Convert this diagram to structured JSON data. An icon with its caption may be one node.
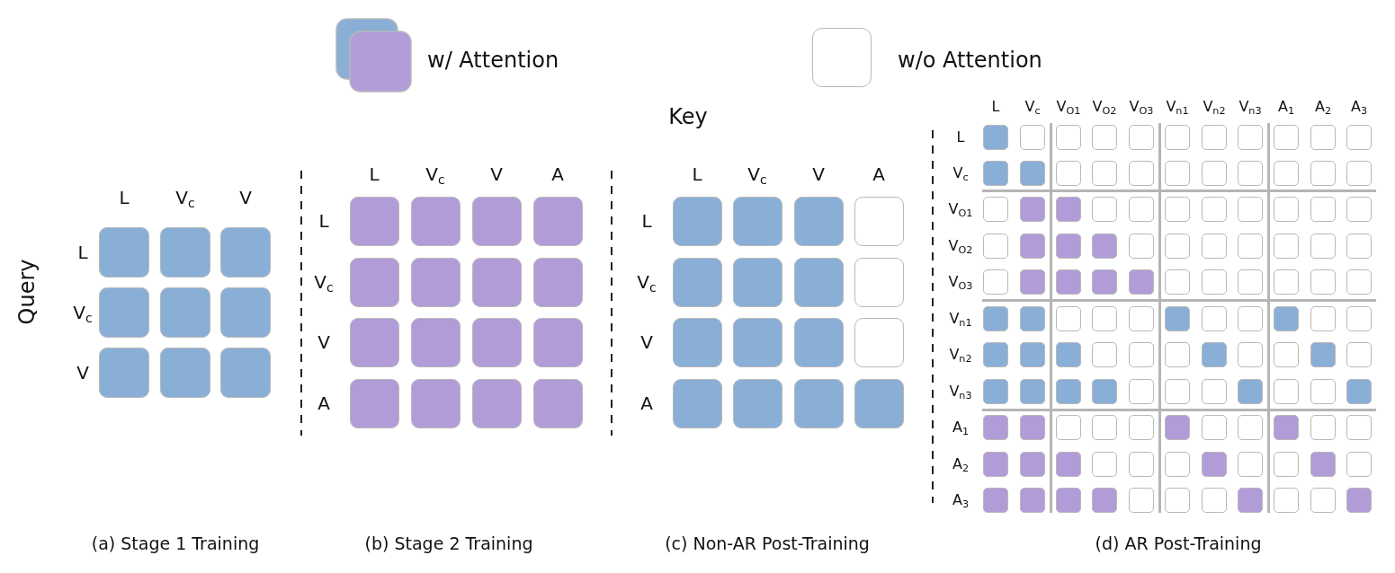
{
  "diagram": {
    "labels": [
      "Key",
      "Query",
      "L",
      "V$_{c}$",
      "V",
      "L",
      "V$_{c}$",
      "V",
      "(a) Stage 1 Training",
      "L",
      "V$_{c}$",
      "V",
      "A",
      "L",
      "V$_{c}$",
      "V",
      "A",
      "(b) Stage 2 Training",
      "L",
      "V$_{c}$",
      "V",
      "A",
      "L",
      "V$_{c}$",
      "V",
      "A",
      "(c) Non-AR Post-Training",
      "L",
      "V$_{c}$",
      "V$_{O1}$",
      "V$_{O2}$",
      "V$_{O3}$",
      "V$_{n1}$",
      "V$_{n2}$",
      "V$_{n3}$",
      "A$_{1}$",
      "A$_{2}$",
      "A$_{3}$",
      "L",
      "V$_{c}$",
      "V$_{O1}$",
      "V$_{O2}$",
      "V$_{O3}$",
      "V$_{n1}$",
      "V$_{n2}$",
      "V$_{n3}$",
      "A$_{1}$",
      "A$_{2}$",
      "A$_{3}$",
      "(d) AR Post-Training"
    ],
    "legend": [
      {
        "text": "w/ Attention"
      },
      {
        "text": "w/o Attention",
        "color": "#ffffff"
      }
    ]
  }
}
